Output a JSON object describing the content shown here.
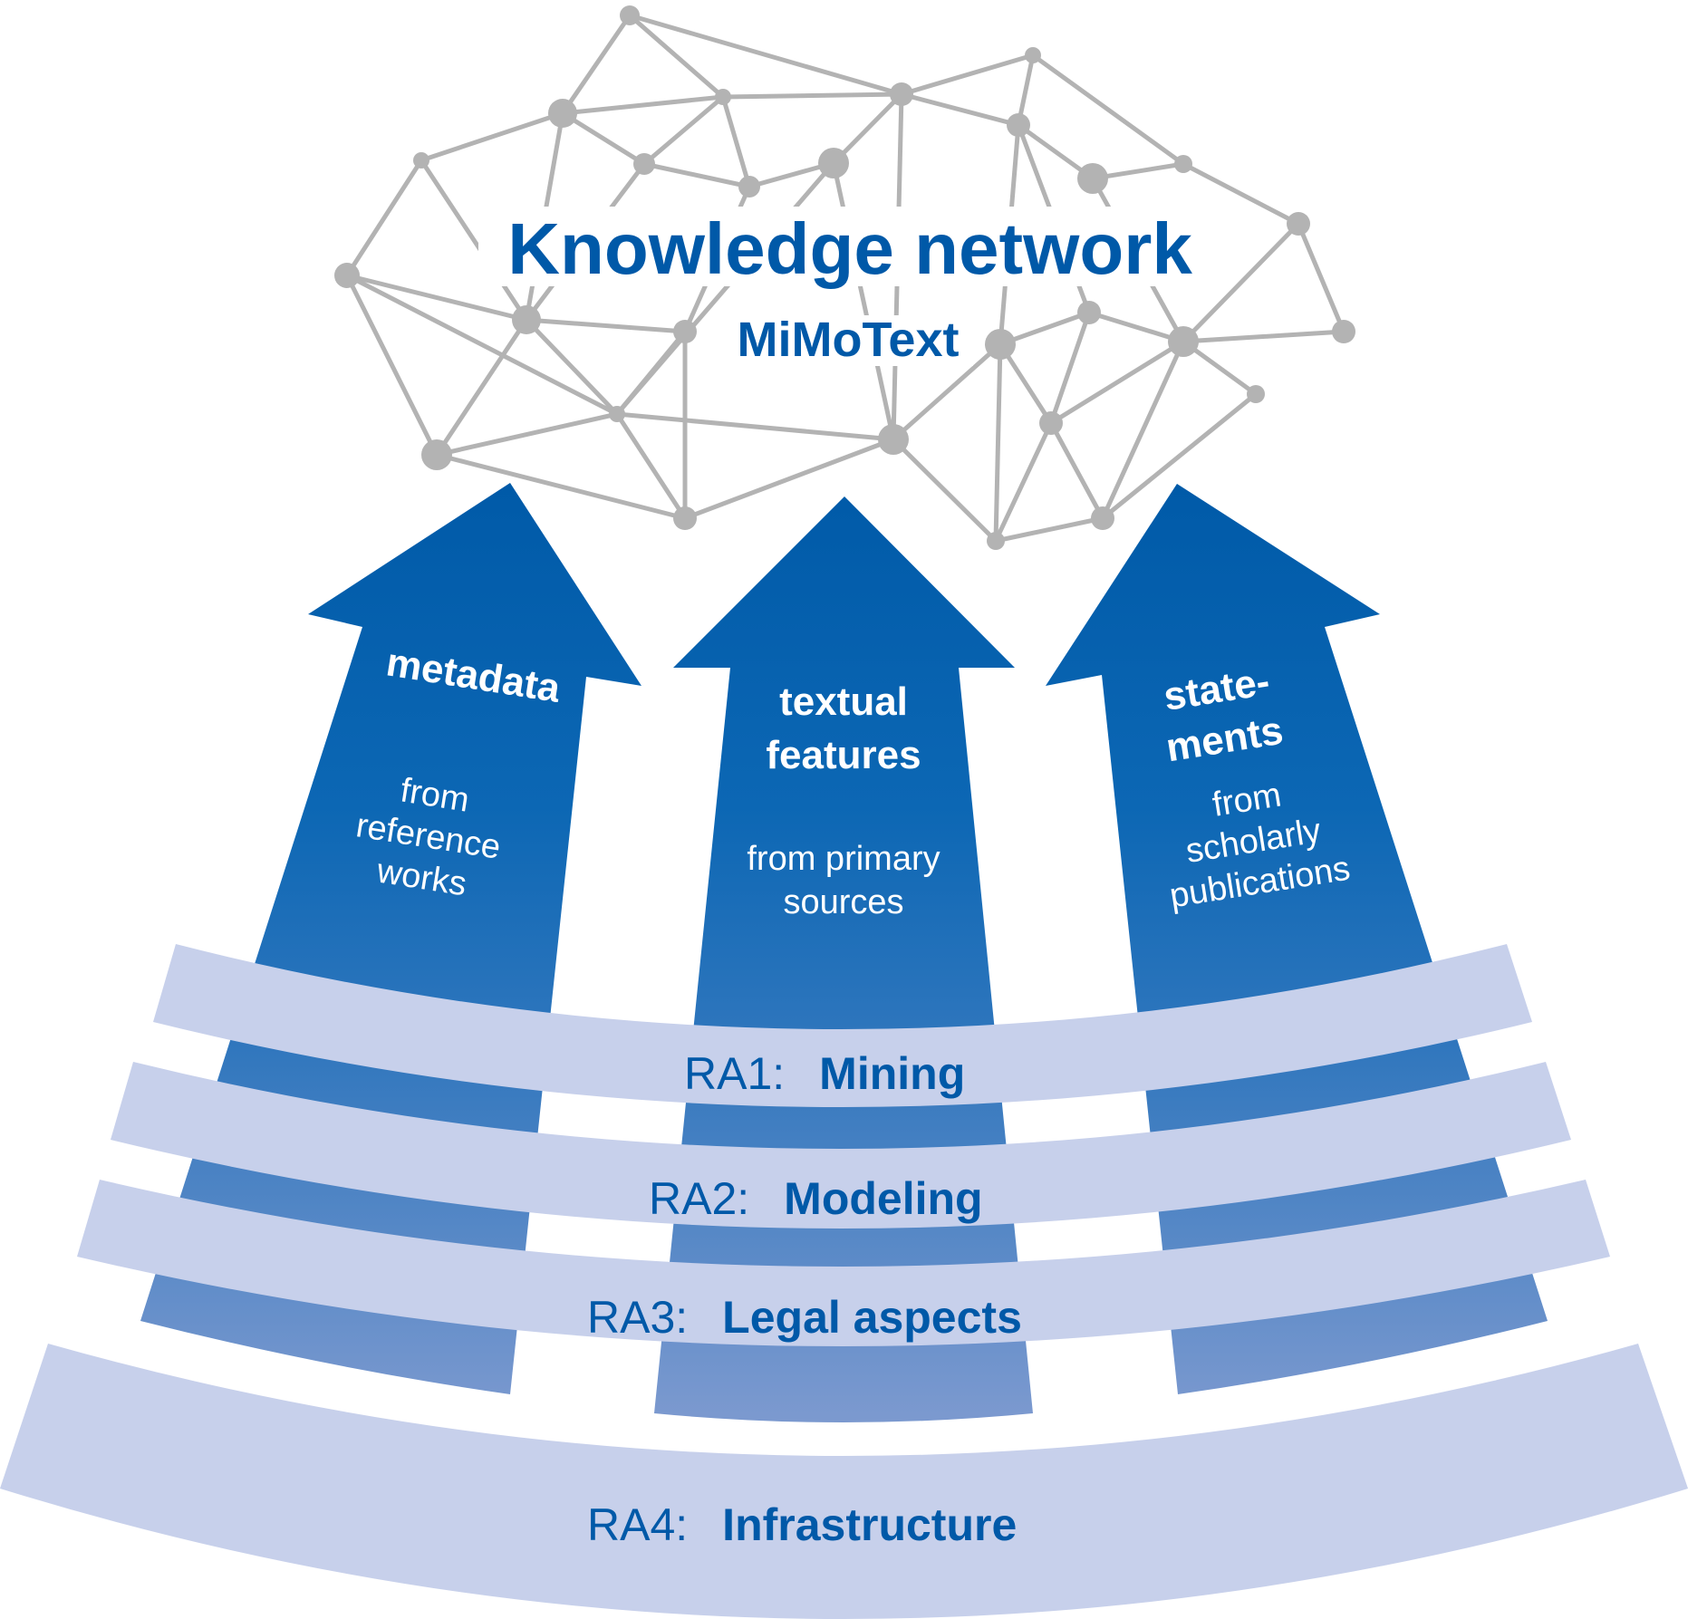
{
  "title": {
    "main": "Knowledge network",
    "sub": "MiMoText"
  },
  "colors": {
    "accent": "#0059a8",
    "arrow_top": "#005aa8",
    "arrow_bottom": "#7a99cf",
    "band": "#c7d0eb",
    "network": "#b3b3b3"
  },
  "network": {
    "icon": "knowledge-graph-icon",
    "node_count": 28
  },
  "arrows": [
    {
      "heading": [
        "metadata"
      ],
      "sub": [
        "from",
        "reference",
        "works"
      ]
    },
    {
      "heading": [
        "textual",
        "features"
      ],
      "sub": [
        "from primary",
        "sources"
      ]
    },
    {
      "heading": [
        "state-",
        "ments"
      ],
      "sub": [
        "from",
        "scholarly",
        "publications"
      ]
    }
  ],
  "bands": [
    {
      "prefix": "RA1:",
      "name": "Mining"
    },
    {
      "prefix": "RA2:",
      "name": "Modeling"
    },
    {
      "prefix": "RA3:",
      "name": "Legal aspects"
    },
    {
      "prefix": "RA4:",
      "name": "Infrastructure"
    }
  ]
}
